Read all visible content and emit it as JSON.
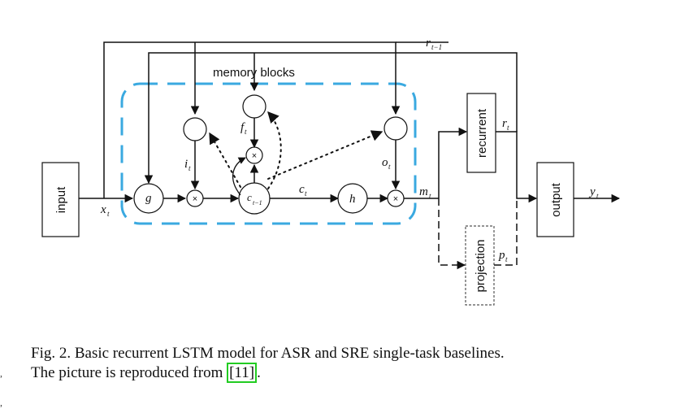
{
  "diagram": {
    "group_label": "memory blocks",
    "boxes": {
      "input": "input",
      "recurrent": "recurrent",
      "output": "output",
      "projection": "projection"
    },
    "nodes": {
      "g": "g",
      "h": "h",
      "c_prev": "c",
      "c_prev_sub": "t−1",
      "multiply": "×"
    },
    "labels": {
      "x": "x",
      "x_sub": "t",
      "i": "i",
      "i_sub": "t",
      "f": "f",
      "f_sub": "t",
      "o": "o",
      "o_sub": "t",
      "c": "c",
      "c_sub": "t",
      "m": "m",
      "m_sub": "t",
      "r_top": "r",
      "r_top_sub": "t−1",
      "r": "r",
      "r_sub": "t",
      "y": "y",
      "y_sub": "t",
      "p": "p",
      "p_sub": "t"
    },
    "colors": {
      "memory_block_border": "#3aa9e0",
      "reference_box": "#22cc22",
      "line": "#111111"
    }
  },
  "caption": {
    "line1": "Fig. 2.   Basic recurrent LSTM model for ASR and SRE single-task baselines.",
    "line2_prefix": "The picture is reproduced from ",
    "reference": "[11]",
    "line2_suffix": "."
  },
  "edge_marks": {
    "mark1": ",",
    "mark2": ","
  }
}
